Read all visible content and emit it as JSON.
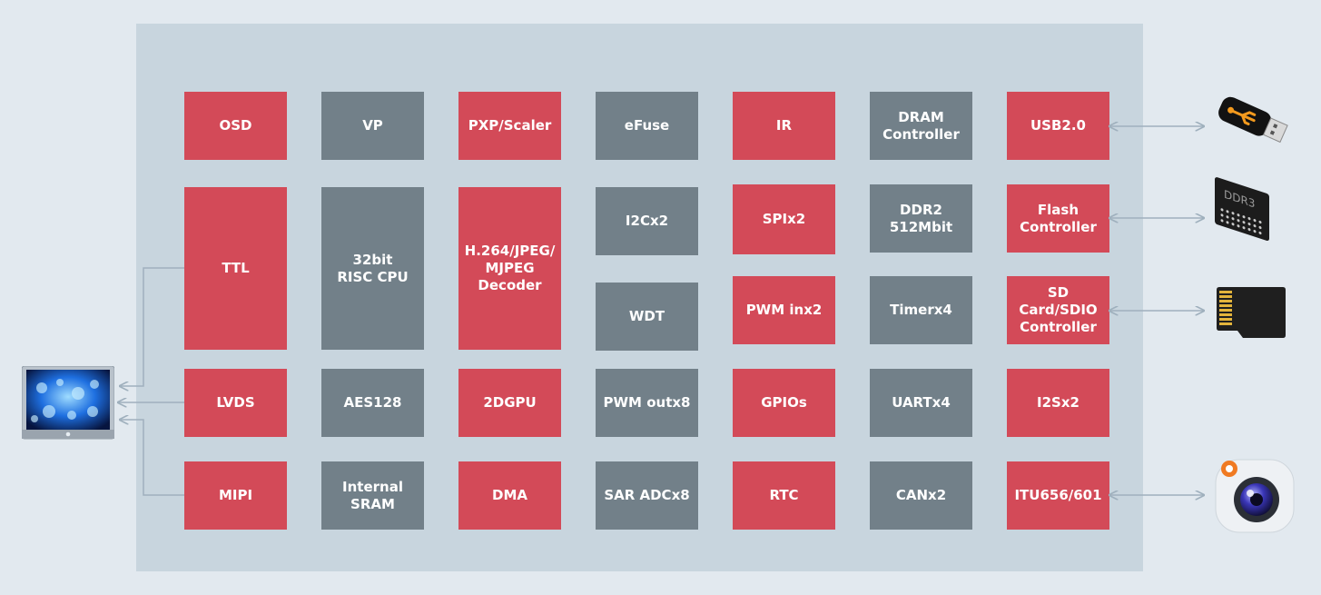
{
  "diagram": {
    "title": "",
    "colors": {
      "accent": "#d34a58",
      "neutral": "#728089",
      "panel": "#c8d5de",
      "background": "#e2e9ef",
      "connector": "#9fb0bd"
    },
    "blocks": {
      "osd": "OSD",
      "vp": "VP",
      "pxp_scaler": "PXP/Scaler",
      "efuse": "eFuse",
      "ir": "IR",
      "dram_controller": "DRAM\nController",
      "usb": "USB2.0",
      "ttl": "TTL",
      "cpu": "32bit\nRISC CPU",
      "decoder": "H.264/JPEG/\nMJPEG\nDecoder",
      "i2c": "I2Cx2",
      "spi": "SPIx2",
      "ddr2": "DDR2\n512Mbit",
      "flash_controller": "Flash\nController",
      "wdt": "WDT",
      "pwm_in": "PWM inx2",
      "timer": "Timerx4",
      "sd_controller": "SD\nCard/SDIO\nController",
      "lvds": "LVDS",
      "aes": "AES128",
      "gpu": "2DGPU",
      "pwm_out": "PWM outx8",
      "gpio": "GPIOs",
      "uart": "UARTx4",
      "i2s": "I2Sx2",
      "mipi": "MIPI",
      "sram": "Internal\nSRAM",
      "dma": "DMA",
      "adc": "SAR ADCx8",
      "rtc": "RTC",
      "can": "CANx2",
      "itu": "ITU656/601"
    },
    "devices": {
      "ddr_chip_label": "DDR3"
    },
    "icons": [
      "monitor-icon",
      "usb-drive-icon",
      "ddr-chip-icon",
      "sd-card-icon",
      "camera-icon"
    ]
  }
}
